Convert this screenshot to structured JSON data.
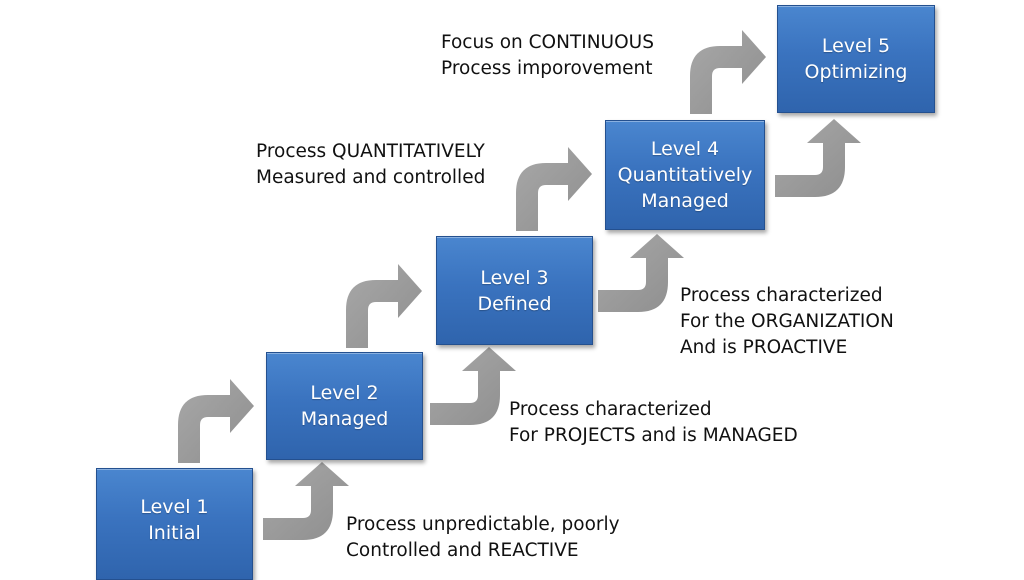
{
  "diagram": {
    "type": "staircase-maturity-model",
    "colors": {
      "box_fill": "#3a73bf",
      "box_border": "#24508f",
      "box_text": "#ffffff",
      "arrow_fill": "#9a9a9a",
      "desc_text": "#111111",
      "background": "#ffffff"
    },
    "levels": [
      {
        "title": "Level 1",
        "name": "Initial"
      },
      {
        "title": "Level 2",
        "name": "Managed"
      },
      {
        "title": "Level 3",
        "name": "Defined"
      },
      {
        "title": "Level 4",
        "name": "Quantitatively",
        "name2": "Managed"
      },
      {
        "title": "Level 5",
        "name": "Optimizing"
      }
    ],
    "descriptions": [
      {
        "line1": "Process unpredictable, poorly",
        "line2": "Controlled and REACTIVE"
      },
      {
        "line1": "Process characterized",
        "line2": "For PROJECTS and is MANAGED"
      },
      {
        "line1": "Process characterized",
        "line2": "For the ORGANIZATION",
        "line3": "And is PROACTIVE"
      },
      {
        "line1": "Process QUANTITATIVELY",
        "line2": "Measured and controlled"
      },
      {
        "line1": "Focus on CONTINUOUS",
        "line2": "Process imporovement"
      }
    ],
    "arrow_icons": [
      "curved-arrow-up-right",
      "curved-arrow-right-up"
    ]
  }
}
